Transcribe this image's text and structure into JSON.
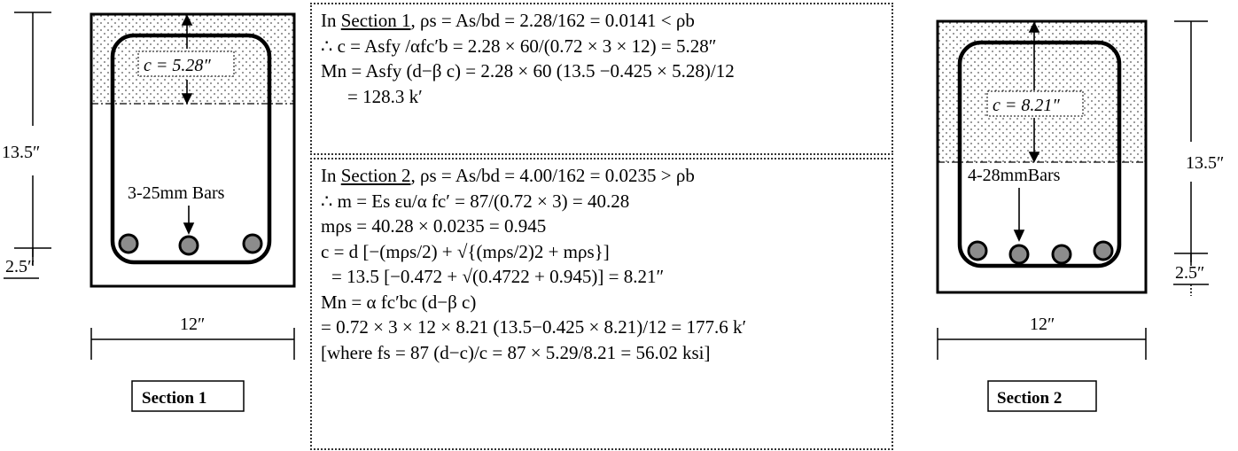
{
  "section1": {
    "dim_height": "13.5″",
    "dim_cover": "2.5″",
    "dim_width": "12″",
    "c_label": "c = 5.28″",
    "bars_label": "3-25mm Bars",
    "section_label": "Section 1"
  },
  "section2": {
    "dim_height": "13.5″",
    "dim_cover": "2.5″",
    "dim_width": "12″",
    "c_label": "c = 8.21″",
    "bars_label": "4-28mmBars",
    "section_label": "Section 2"
  },
  "box1": {
    "l1_pre": "In ",
    "l1_sec": "Section 1",
    "l1_post": ", ρs = As/bd = 2.28/162 = 0.0141 < ρb",
    "l2": "∴ c = Asfy /αfc′b = 2.28 × 60/(0.72 × 3 × 12) = 5.28″",
    "l3": "Mn = Asfy (d−β c) = 2.28 × 60 (13.5 −0.425 × 5.28)/12",
    "l4": "= 128.3 k′"
  },
  "box2": {
    "l1_pre": "In ",
    "l1_sec": "Section 2",
    "l1_post": ", ρs = As/bd = 4.00/162 = 0.0235 > ρb",
    "l2": "∴ m = Es εu/α fc′ = 87/(0.72 × 3) = 40.28",
    "l3": "mρs = 40.28 × 0.0235 = 0.945",
    "l4": "c = d [−(mρs/2) + √{(mρs/2)2 + mρs}]",
    "l5": "= 13.5 [−0.472 + √(0.4722 + 0.945)] = 8.21″",
    "l6": "Mn = α fc′bc (d−β c)",
    "l7": "= 0.72 × 3 × 12 × 8.21 (13.5−0.425 × 8.21)/12 = 177.6 k′",
    "l8": "[where fs = 87 (d−c)/c = 87 × 5.29/8.21 = 56.02 ksi]"
  },
  "colors": {
    "ink": "#000000",
    "bar_fill": "#8c8c8c"
  }
}
